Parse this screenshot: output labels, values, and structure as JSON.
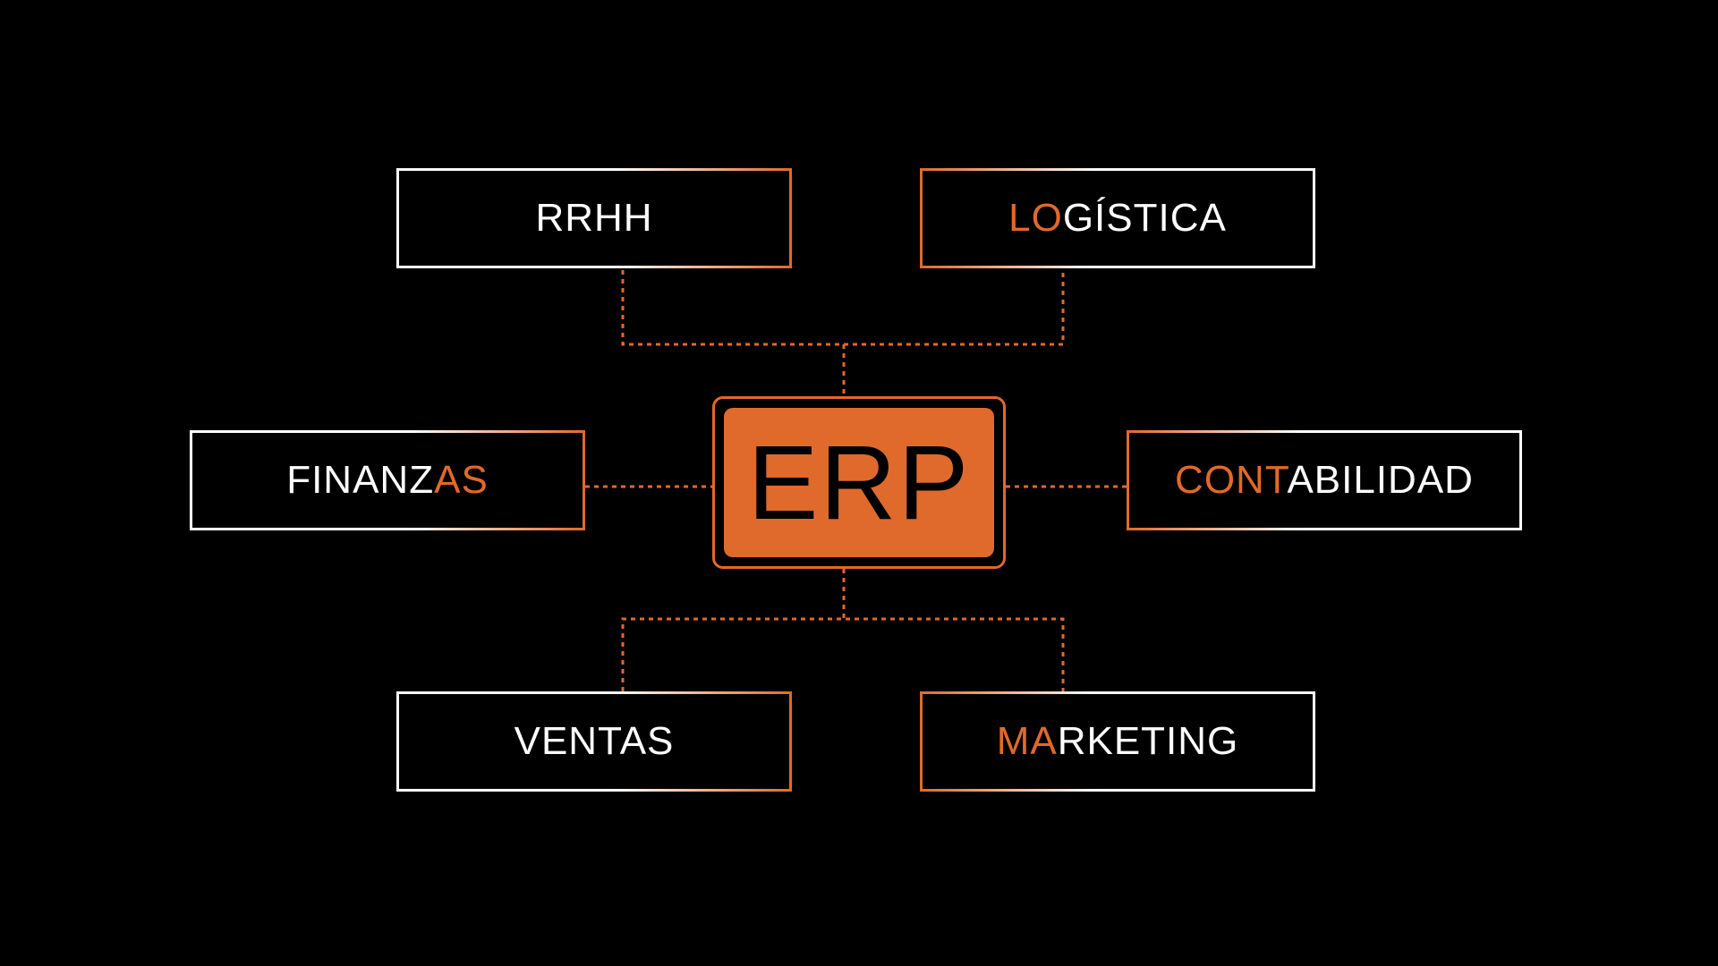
{
  "colors": {
    "background": "#000000",
    "accent": "#e0692a",
    "text": "#ffffff"
  },
  "center": {
    "label": "ERP"
  },
  "modules": {
    "rrhh": {
      "plain": "RRHH",
      "accent": "",
      "plain_after": ""
    },
    "logistica": {
      "plain": "",
      "accent": "LO",
      "plain_after": "GÍSTICA"
    },
    "finanzas": {
      "plain": "FINANZ",
      "accent": "AS",
      "plain_after": ""
    },
    "contabilidad": {
      "plain": "",
      "accent": "CONT",
      "plain_after": "ABILIDAD"
    },
    "ventas": {
      "plain": "VENTAS",
      "accent": "",
      "plain_after": ""
    },
    "marketing": {
      "plain": "",
      "accent": "MA",
      "plain_after": "RKETING"
    }
  }
}
